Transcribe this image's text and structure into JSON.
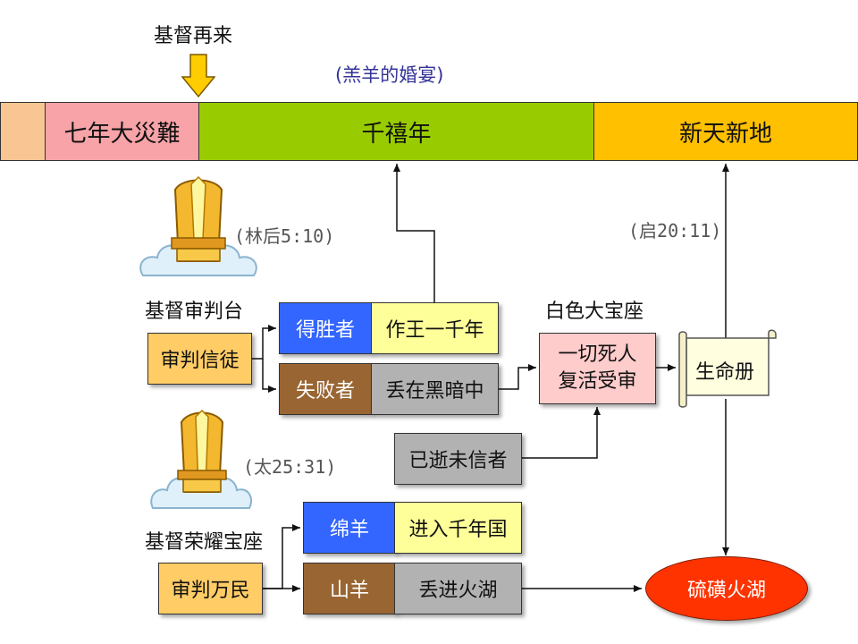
{
  "header": {
    "second_coming": "基督再来",
    "wedding_feast": "(羔羊的婚宴)"
  },
  "timeline": {
    "tribulation": "七年大災難",
    "millennium": "千禧年",
    "new_heaven_earth": "新天新地"
  },
  "judgment_seat": {
    "ref": "(林后5:10)",
    "label": "基督审判台",
    "judge_believers": "审判信徒",
    "winner": "得胜者",
    "winner_result": "作王一千年",
    "loser": "失败者",
    "loser_result": "丢在黑暗中"
  },
  "great_white_throne": {
    "ref": "(启20:11)",
    "label": "白色大宝座",
    "all_dead": "一切死人复活受审",
    "unbelievers": "已逝未信者",
    "book_of_life": "生命册"
  },
  "glory_throne": {
    "ref": "(太25:31)",
    "label": "基督荣耀宝座",
    "judge_nations": "审判万民",
    "sheep": "绵羊",
    "sheep_result": "进入千年国",
    "goats": "山羊",
    "goats_result": "丢进火湖"
  },
  "lake_of_fire": "硫磺火湖",
  "colors": {
    "pre": "#f9c592",
    "tribulation": "#f7a3a8",
    "millennium": "#99cc00",
    "new_heaven_earth": "#ffc000",
    "winner": "#3366ff",
    "yellow_box": "#ffff99",
    "loser": "#996633",
    "gray_box": "#b2b2b2",
    "pink_box": "#ffcccc",
    "orange_box": "#ffcc66",
    "scroll": "#ffffe0",
    "lake": "#ff3300",
    "arrow_down": "#ffcc00",
    "wedding_text": "#333399"
  }
}
